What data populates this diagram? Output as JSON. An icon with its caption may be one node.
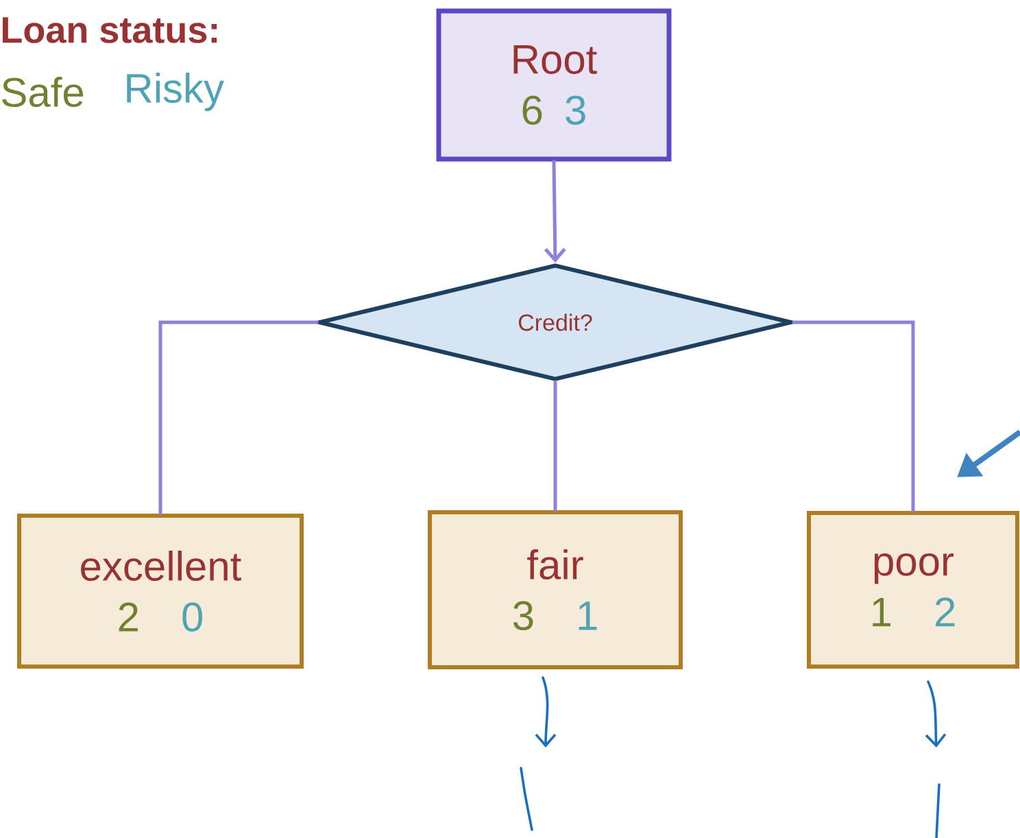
{
  "diagram": {
    "title": "Loan status:",
    "nodes": [
      {
        "text": [
          "Root",
          "6",
          "3"
        ]
      },
      {
        "text": [
          "Credit?"
        ]
      },
      {
        "text": [
          "excellent",
          "2",
          "0"
        ]
      },
      {
        "text": [
          "fair",
          "3",
          "1"
        ]
      },
      {
        "text": [
          "poor",
          "1",
          "2"
        ]
      }
    ],
    "edges": [
      {
        "from": 0,
        "to": 1,
        "arrow": "to"
      },
      {
        "from": 1,
        "to": 2,
        "arrow": "none"
      },
      {
        "from": 1,
        "to": 3,
        "arrow": "none"
      },
      {
        "from": 1,
        "to": 4,
        "arrow": "none"
      }
    ],
    "labels": [
      "Safe",
      "Risky"
    ]
  }
}
